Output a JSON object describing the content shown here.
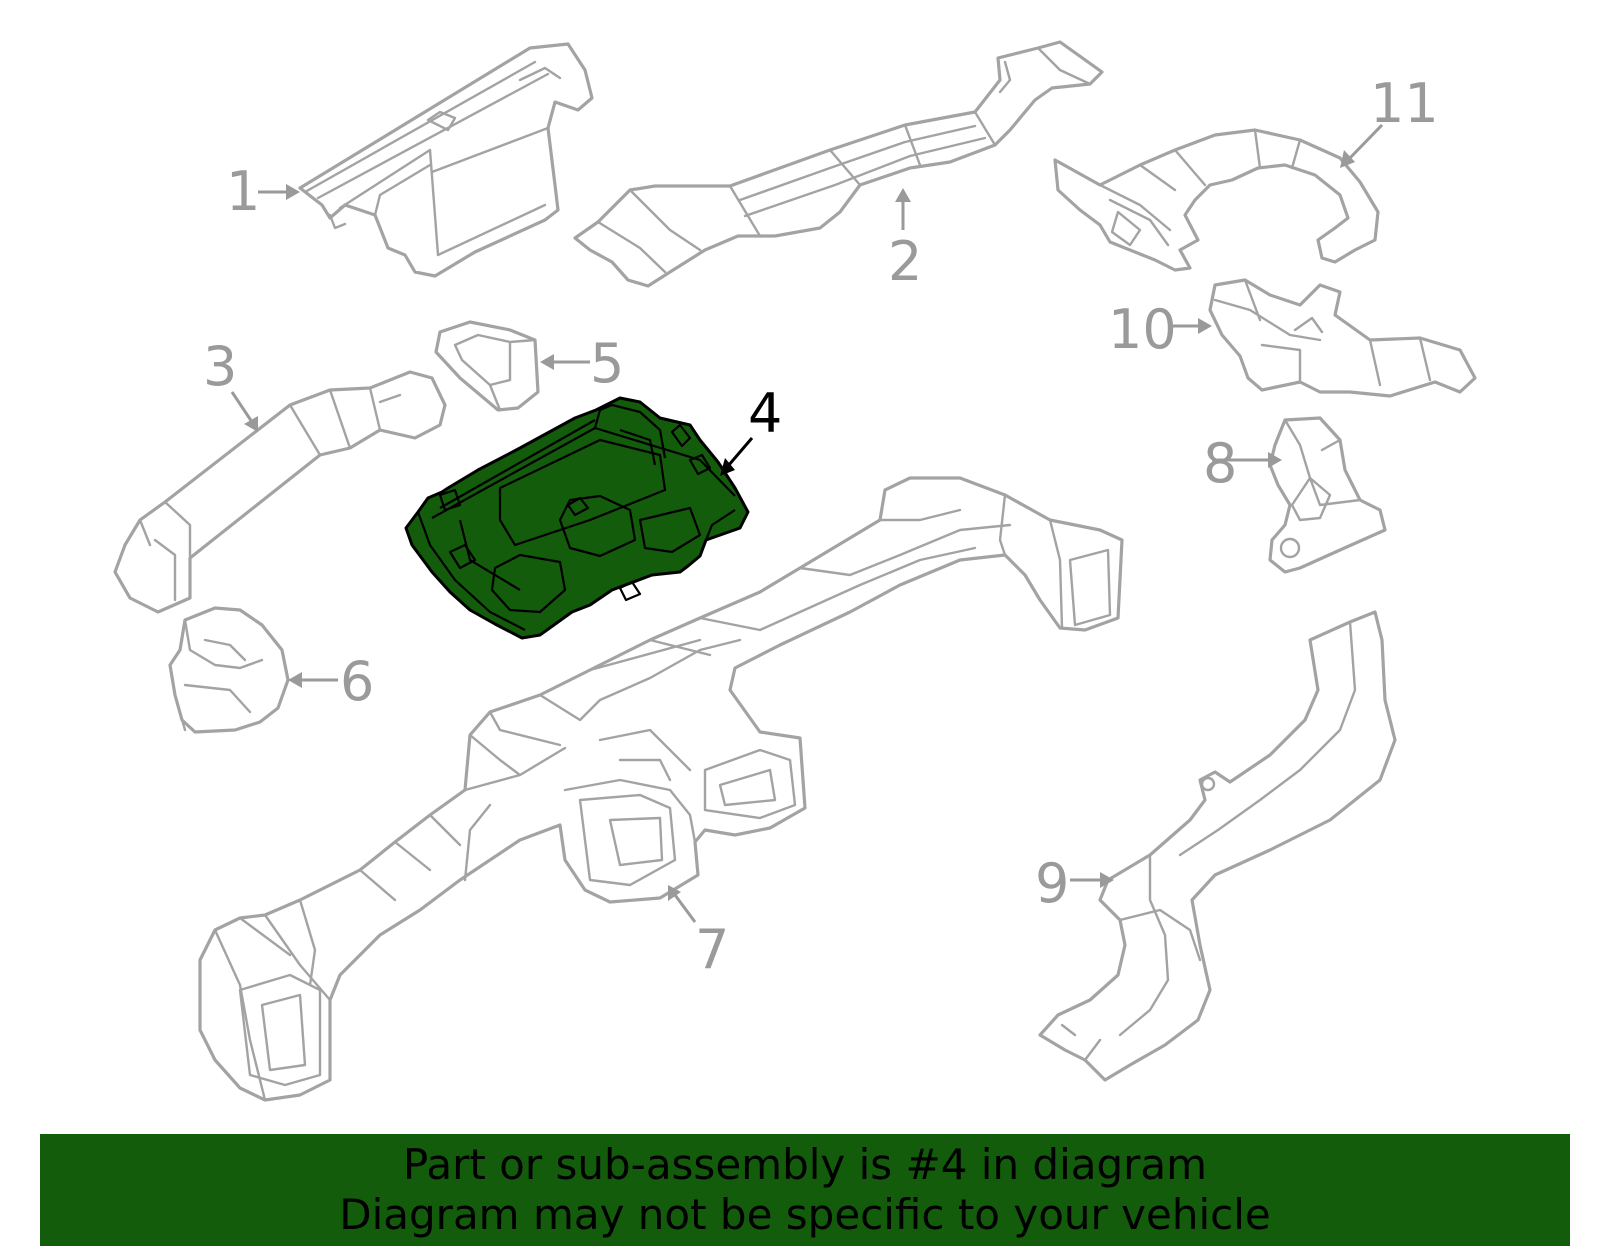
{
  "diagram": {
    "callouts": {
      "c1": "1",
      "c2": "2",
      "c3": "3",
      "c4": "4",
      "c5": "5",
      "c6": "6",
      "c7": "7",
      "c8": "8",
      "c9": "9",
      "c10": "10",
      "c11": "11"
    },
    "highlight_part": "4",
    "highlight_color": "#135c0c",
    "outline_color": "#a3a3a3"
  },
  "banner": {
    "line1": "Part or sub-assembly is #4 in diagram",
    "line2": "Diagram may not be specific to your vehicle",
    "background": "#135c0c"
  }
}
